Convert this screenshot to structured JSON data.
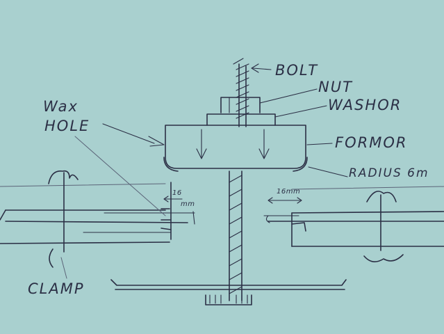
{
  "labels": {
    "bolt": "BOLT",
    "nut": "NUT",
    "washer": "WASHOR",
    "former": "FORMOR",
    "radius": "RADIUS 6m",
    "wax": "Wax",
    "hole": "HOLE",
    "clamp": "CLAMP",
    "dim_left_value": "16",
    "dim_left_unit": "mm",
    "dim_right": "16mm"
  },
  "colors": {
    "paper": "#a9d0cf",
    "ink": "#2b2f45"
  }
}
